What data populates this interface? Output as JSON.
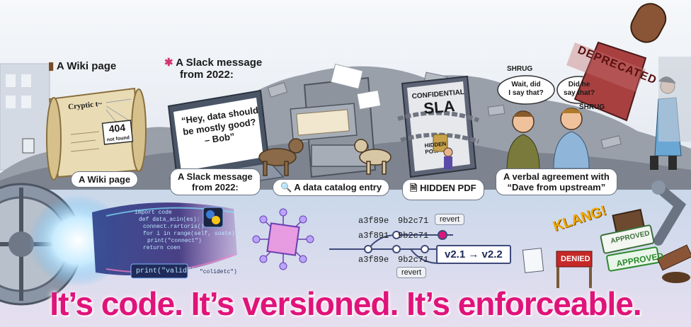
{
  "top_labels": {
    "wiki_header": "A Wiki page",
    "slack_header_line1": "A Slack message",
    "slack_header_line2": "from 2022:",
    "wiki_caption": "A Wiki page",
    "slack_caption_line1": "A Slack message",
    "slack_caption_line2": "from 2022:",
    "catalog_caption": "A data catalog entry",
    "pdf_caption": "HIDDEN PDF",
    "verbal_caption_line1": "A verbal agreement with",
    "verbal_caption_line2": "“Dave from upstream”"
  },
  "scroll_text": {
    "cryptic": "Cryptic t~",
    "error": "404",
    "error_sub": "not found"
  },
  "laptop_quote": {
    "line1": "“Hey, data should",
    "line2": "be mostly good?",
    "line3": "– Bob”"
  },
  "pdf_book": {
    "line1": "CONFIDENTIAL",
    "line2": "SLA",
    "line3": "HIDDEN",
    "line4": "PO..."
  },
  "speech": {
    "bubble1_line1": "Wait, did",
    "bubble1_line2": "I say that?",
    "bubble2_line1": "Did he",
    "bubble2_line2": "say that?",
    "shrug1": "SHRUG",
    "shrug2": "SHRUG"
  },
  "stamp": {
    "deprecated": "DEPRECATED",
    "klang": "KLANG!",
    "approved_big": "APPROVED",
    "approved_small": "APPROVED",
    "denied": "DENIED"
  },
  "code_lines": [
    "import code",
    "def data_acin(es):",
    "  connect.rartoris()",
    "  for i in range(self, soate):",
    "    print(\"connect\")",
    "  return coen",
    "print(\"valid\")",
    "\"colidetc\")"
  ],
  "git": {
    "row1_a": "a3f89e",
    "row1_b": "9b2c71",
    "row1_tag": "revert",
    "row2_a": "a3f891",
    "row2_b": "9b2c71",
    "row3_a": "a3f89e",
    "row3_b": "9b2c71",
    "row3_tag": "revert",
    "version": "v2.1 → v2.2"
  },
  "headline": "It’s code. It’s versioned. It’s enforceable.",
  "colors": {
    "headline": "#e0137a",
    "sky": "#e8edf3",
    "glow": "#9fd8ff",
    "vault": "#8a95a5"
  }
}
